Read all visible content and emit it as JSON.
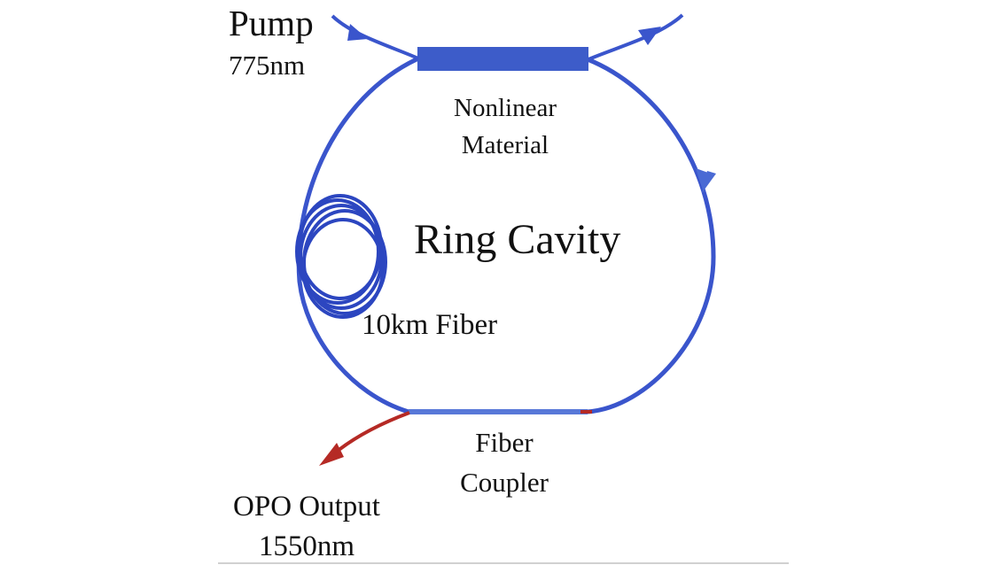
{
  "labels": {
    "pump": "Pump",
    "pump_wavelength": "775nm",
    "nonlinear_line1": "Nonlinear",
    "nonlinear_line2": "Material",
    "ring_cavity": "Ring Cavity",
    "fiber_spool": "10km Fiber",
    "coupler_line1": "Fiber",
    "coupler_line2": "Coupler",
    "output_line1": "OPO Output",
    "output_line2": "1550nm"
  },
  "colors": {
    "ring": "#3a55cc",
    "crystal": "#3d5cc9",
    "coupler": "#5878d8",
    "output": "#b52a25",
    "text": "#111111"
  },
  "icons": {
    "pump_arrow": "arrow-right-icon",
    "cavity_arrow": "arrow-down-icon",
    "output_arrow": "arrow-down-left-icon",
    "spool": "fiber-spool-icon"
  }
}
